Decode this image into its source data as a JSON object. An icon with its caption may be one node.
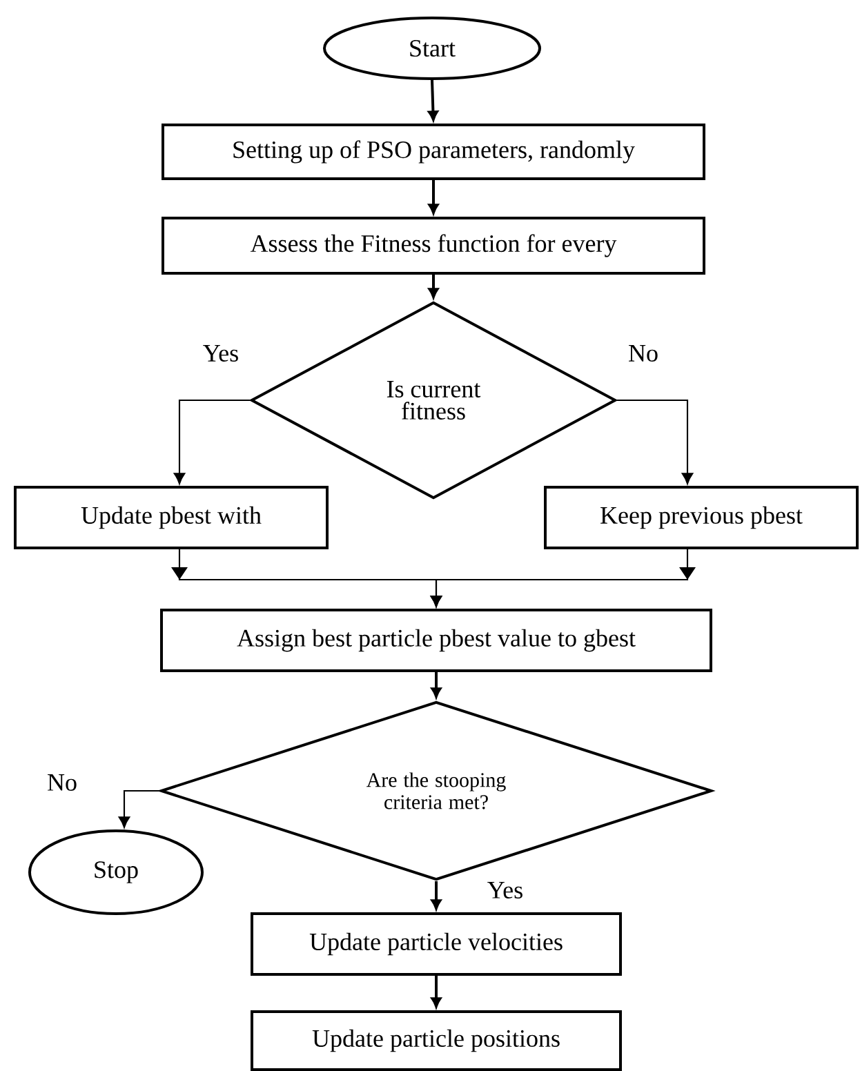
{
  "diagram": {
    "nodes": [
      {
        "text": [
          "Start"
        ]
      },
      {
        "text": [
          "Setting up of PSO parameters, randomly"
        ]
      },
      {
        "text": [
          "Assess the Fitness function for every"
        ]
      },
      {
        "text": [
          "Is current fitness"
        ]
      },
      {
        "text": [
          "Update pbest with"
        ]
      },
      {
        "text": [
          "Keep previous pbest"
        ]
      },
      {
        "text": [
          "Assign best particle pbest value to gbest"
        ]
      },
      {
        "text": [
          "Are the stooping criteria met?"
        ]
      },
      {
        "text": [
          "Stop"
        ]
      },
      {
        "text": [
          "Update particle velocities"
        ]
      },
      {
        "text": [
          "Update particle positions"
        ]
      }
    ],
    "edges": [
      {
        "from": 0,
        "to": 1,
        "arrow": "to"
      },
      {
        "from": 1,
        "to": 2,
        "arrow": "to"
      },
      {
        "from": 2,
        "to": 3,
        "arrow": "to"
      },
      {
        "from": 3,
        "to": 4,
        "arrow": "to",
        "label": "Yes"
      },
      {
        "from": 3,
        "to": 5,
        "arrow": "to",
        "label": "No"
      },
      {
        "from": 4,
        "to": 6,
        "arrow": "to"
      },
      {
        "from": 5,
        "to": 6,
        "arrow": "to"
      },
      {
        "from": 6,
        "to": 7,
        "arrow": "to"
      },
      {
        "from": 7,
        "to": 8,
        "arrow": "to",
        "label": "No"
      },
      {
        "from": 7,
        "to": 9,
        "arrow": "to",
        "label": "Yes"
      },
      {
        "from": 9,
        "to": 10,
        "arrow": "to"
      }
    ]
  }
}
